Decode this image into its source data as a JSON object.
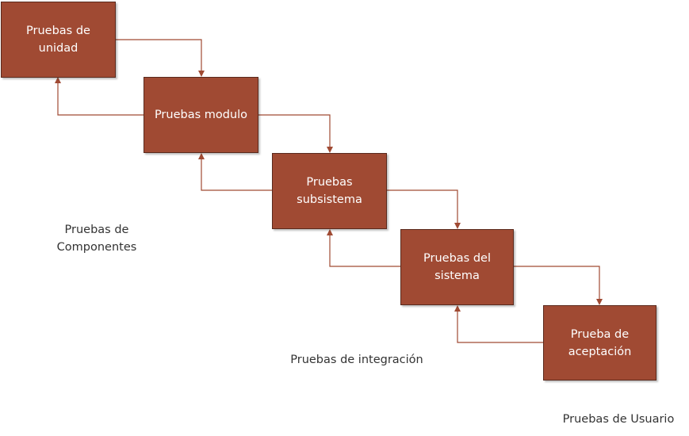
{
  "colors": {
    "box_fill": "#a04a33",
    "box_text": "#ffffff",
    "arrow": "#a04a33",
    "label_text": "#333333"
  },
  "stages": [
    {
      "id": "unidad",
      "label": "Pruebas de\nunidad"
    },
    {
      "id": "modulo",
      "label": "Pruebas modulo"
    },
    {
      "id": "subsistema",
      "label": "Pruebas\nsubsistema"
    },
    {
      "id": "sistema",
      "label": "Pruebas del\nsistema"
    },
    {
      "id": "aceptacion",
      "label": "Prueba de\naceptación"
    }
  ],
  "phase_labels": {
    "componentes": "Pruebas de\nComponentes",
    "integracion": "Pruebas de integración",
    "usuario": "Pruebas de Usuario"
  }
}
